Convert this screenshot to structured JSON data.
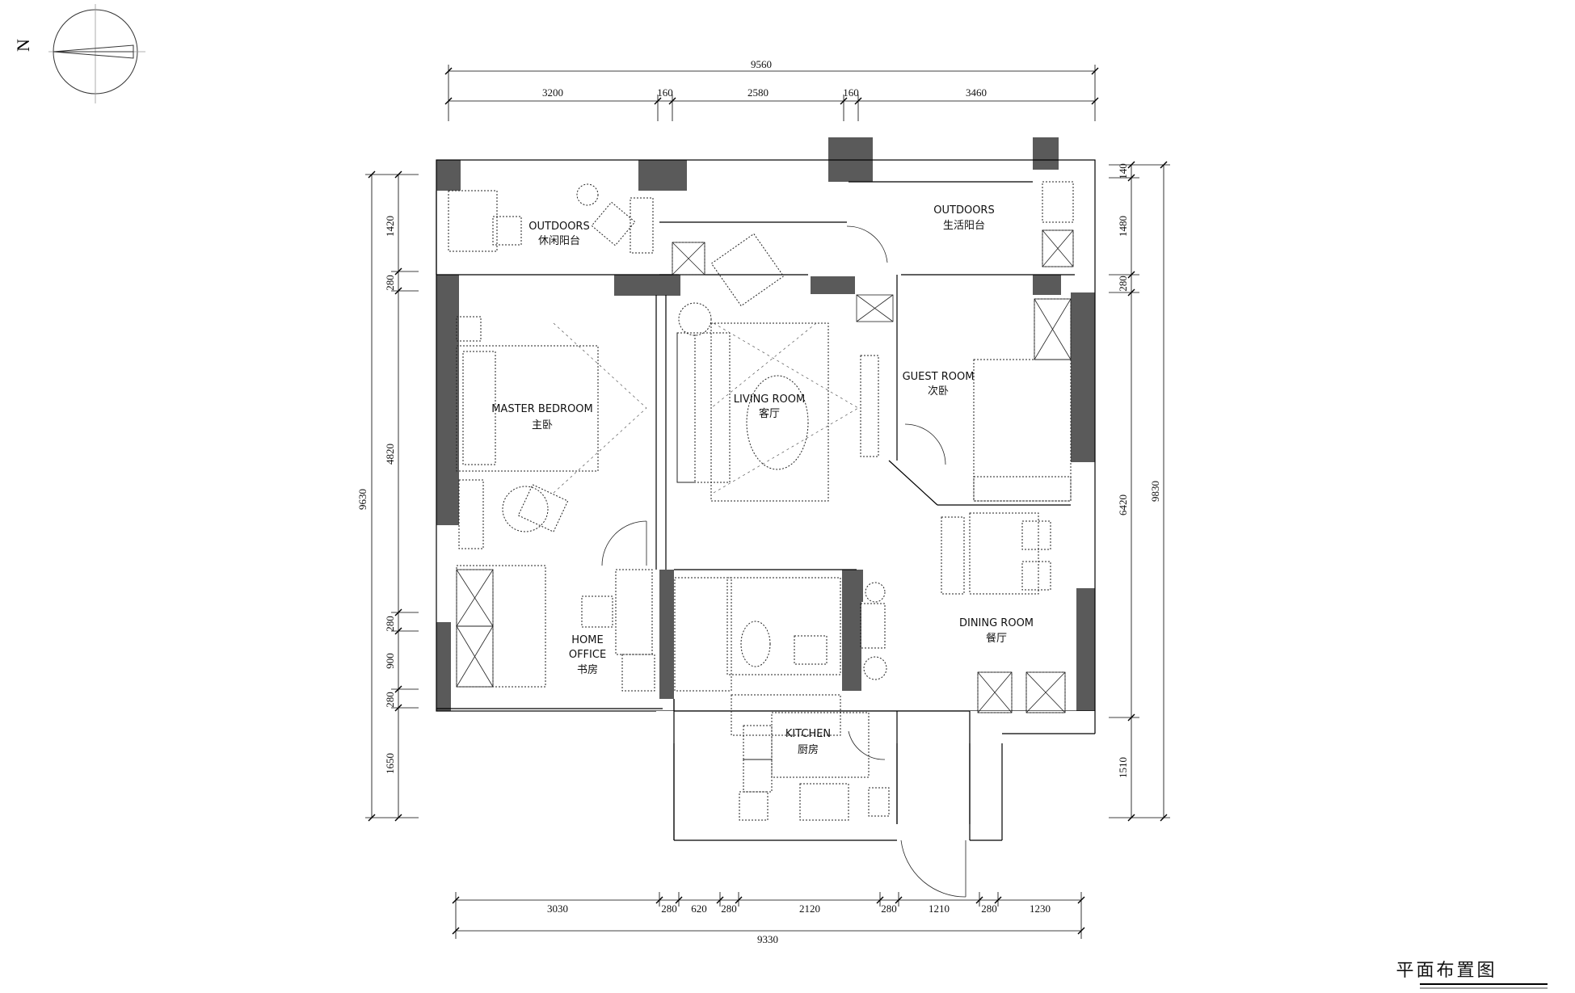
{
  "compass": {
    "north_label": "N"
  },
  "dims_top": {
    "total": "9560",
    "segments": [
      "3200",
      "160",
      "2580",
      "160",
      "3460"
    ]
  },
  "dims_bottom": {
    "total": "9330",
    "segments": [
      "3030",
      "280",
      "620",
      "280",
      "2120",
      "280",
      "1210",
      "280",
      "1230"
    ]
  },
  "dims_left": {
    "total": "9630",
    "segments": [
      "1420",
      "280",
      "4820",
      "280",
      "900",
      "280",
      "1650"
    ]
  },
  "dims_right": {
    "total": "9830",
    "segments": [
      "140",
      "1480",
      "280",
      "6420",
      "1510"
    ]
  },
  "rooms": {
    "outdoors_leisure": {
      "en": "OUTDOORS",
      "cn": "休闲阳台"
    },
    "outdoors_service": {
      "en": "OUTDOORS",
      "cn": "生活阳台"
    },
    "master_bedroom": {
      "en": "MASTER BEDROOM",
      "cn": "主卧"
    },
    "living_room": {
      "en": "LIVING ROOM",
      "cn": "客厅"
    },
    "guest_room": {
      "en": "GUEST ROOM",
      "cn": "次卧"
    },
    "dining_room": {
      "en": "DINING ROOM",
      "cn": "餐厅"
    },
    "home_office": {
      "en": "HOME",
      "en2": "OFFICE",
      "cn": "书房"
    },
    "kitchen": {
      "en": "KITCHEN",
      "cn": "厨房"
    }
  },
  "drawing_title": "平面布置图"
}
